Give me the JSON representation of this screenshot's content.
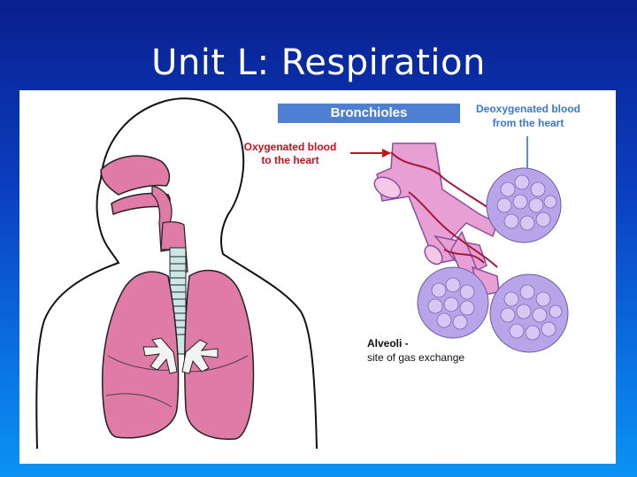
{
  "slide": {
    "title": "Unit L: Respiration"
  },
  "diagram": {
    "bronchioles_label": "Bronchioles",
    "oxygenated_label": "Oxygenated blood\nto the heart",
    "deoxygenated_label": "Deoxygenated blood\nfrom the heart",
    "alveoli_title": "Alveoli -",
    "alveoli_subtitle": "site of gas exchange",
    "colors": {
      "background_top": "#0a1f8f",
      "background_bottom": "#0a93f2",
      "lung_pink": "#e07aa6",
      "label_box_blue": "#4f7fd3",
      "oxygenated_red": "#c8101e",
      "deoxygenated_blue": "#3c77c8",
      "alveoli_lavender": "#b8a4e8"
    }
  }
}
